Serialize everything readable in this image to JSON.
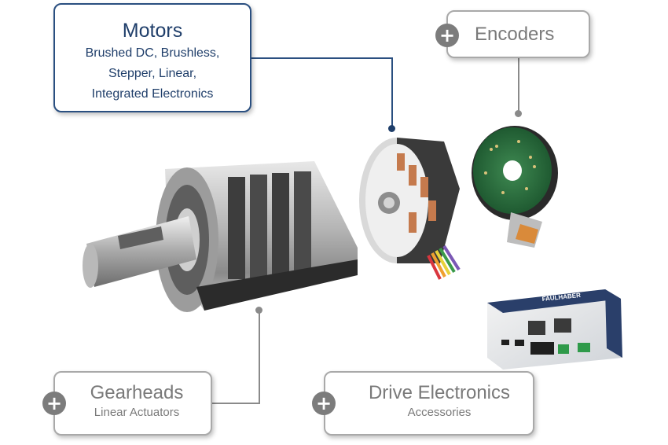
{
  "callouts": {
    "motors": {
      "title": "Motors",
      "lines": [
        "Brushed DC, Brushless,",
        "Stepper, Linear,",
        "Integrated Electronics"
      ]
    },
    "encoders": {
      "title": "Encoders",
      "badge": "+"
    },
    "gearheads": {
      "title": "Gearheads",
      "subtitle": "Linear Actuators",
      "badge": "+"
    },
    "drive": {
      "title": "Drive Electronics",
      "subtitle": "Accessories",
      "badge": "+"
    }
  },
  "controller": {
    "brand": "FAULHABER"
  },
  "colors": {
    "accent": "#2a4f80",
    "neutral": "#7c7c7c",
    "border": "#a9a9a9"
  }
}
